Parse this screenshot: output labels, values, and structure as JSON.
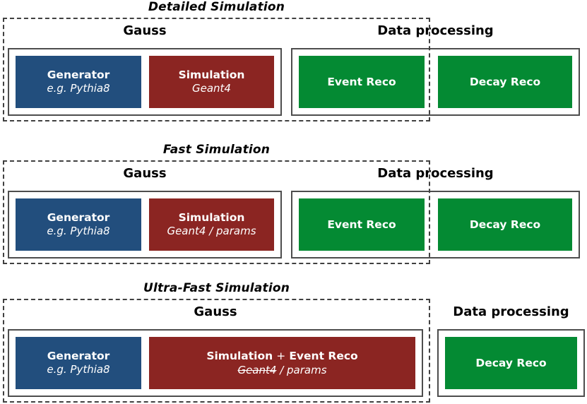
{
  "colors": {
    "blue": "#224e7d",
    "red": "#8b2522",
    "green": "#048a33",
    "border": "#404040",
    "boxborder": "#4d4d4d",
    "background": "#ffffff",
    "text": "#000000",
    "box_text": "#ffffff"
  },
  "rows": [
    {
      "title": "Detailed Simulation",
      "gauss_label": "Gauss",
      "data_processing_label": "Data processing",
      "generator": {
        "name": "Generator",
        "detail": "e.g. Pythia8"
      },
      "simulation": {
        "name": "Simulation",
        "detail": "Geant4"
      },
      "event_reco": "Event Reco",
      "decay_reco": "Decay Reco"
    },
    {
      "title": "Fast Simulation",
      "gauss_label": "Gauss",
      "data_processing_label": "Data processing",
      "generator": {
        "name": "Generator",
        "detail": "e.g. Pythia8"
      },
      "simulation": {
        "name": "Simulation",
        "detail": "Geant4 / params"
      },
      "event_reco": "Event Reco",
      "decay_reco": "Decay Reco"
    },
    {
      "title": "Ultra-Fast Simulation",
      "gauss_label": "Gauss",
      "data_processing_label": "Data processing",
      "generator": {
        "name": "Generator",
        "detail": "e.g. Pythia8"
      },
      "merged": {
        "name_sim": "Simulation",
        "plus": "+",
        "name_reco": "Event Reco",
        "detail_struck": "Geant4",
        "detail_rest": "/ params"
      },
      "decay_reco": "Decay Reco"
    }
  ]
}
